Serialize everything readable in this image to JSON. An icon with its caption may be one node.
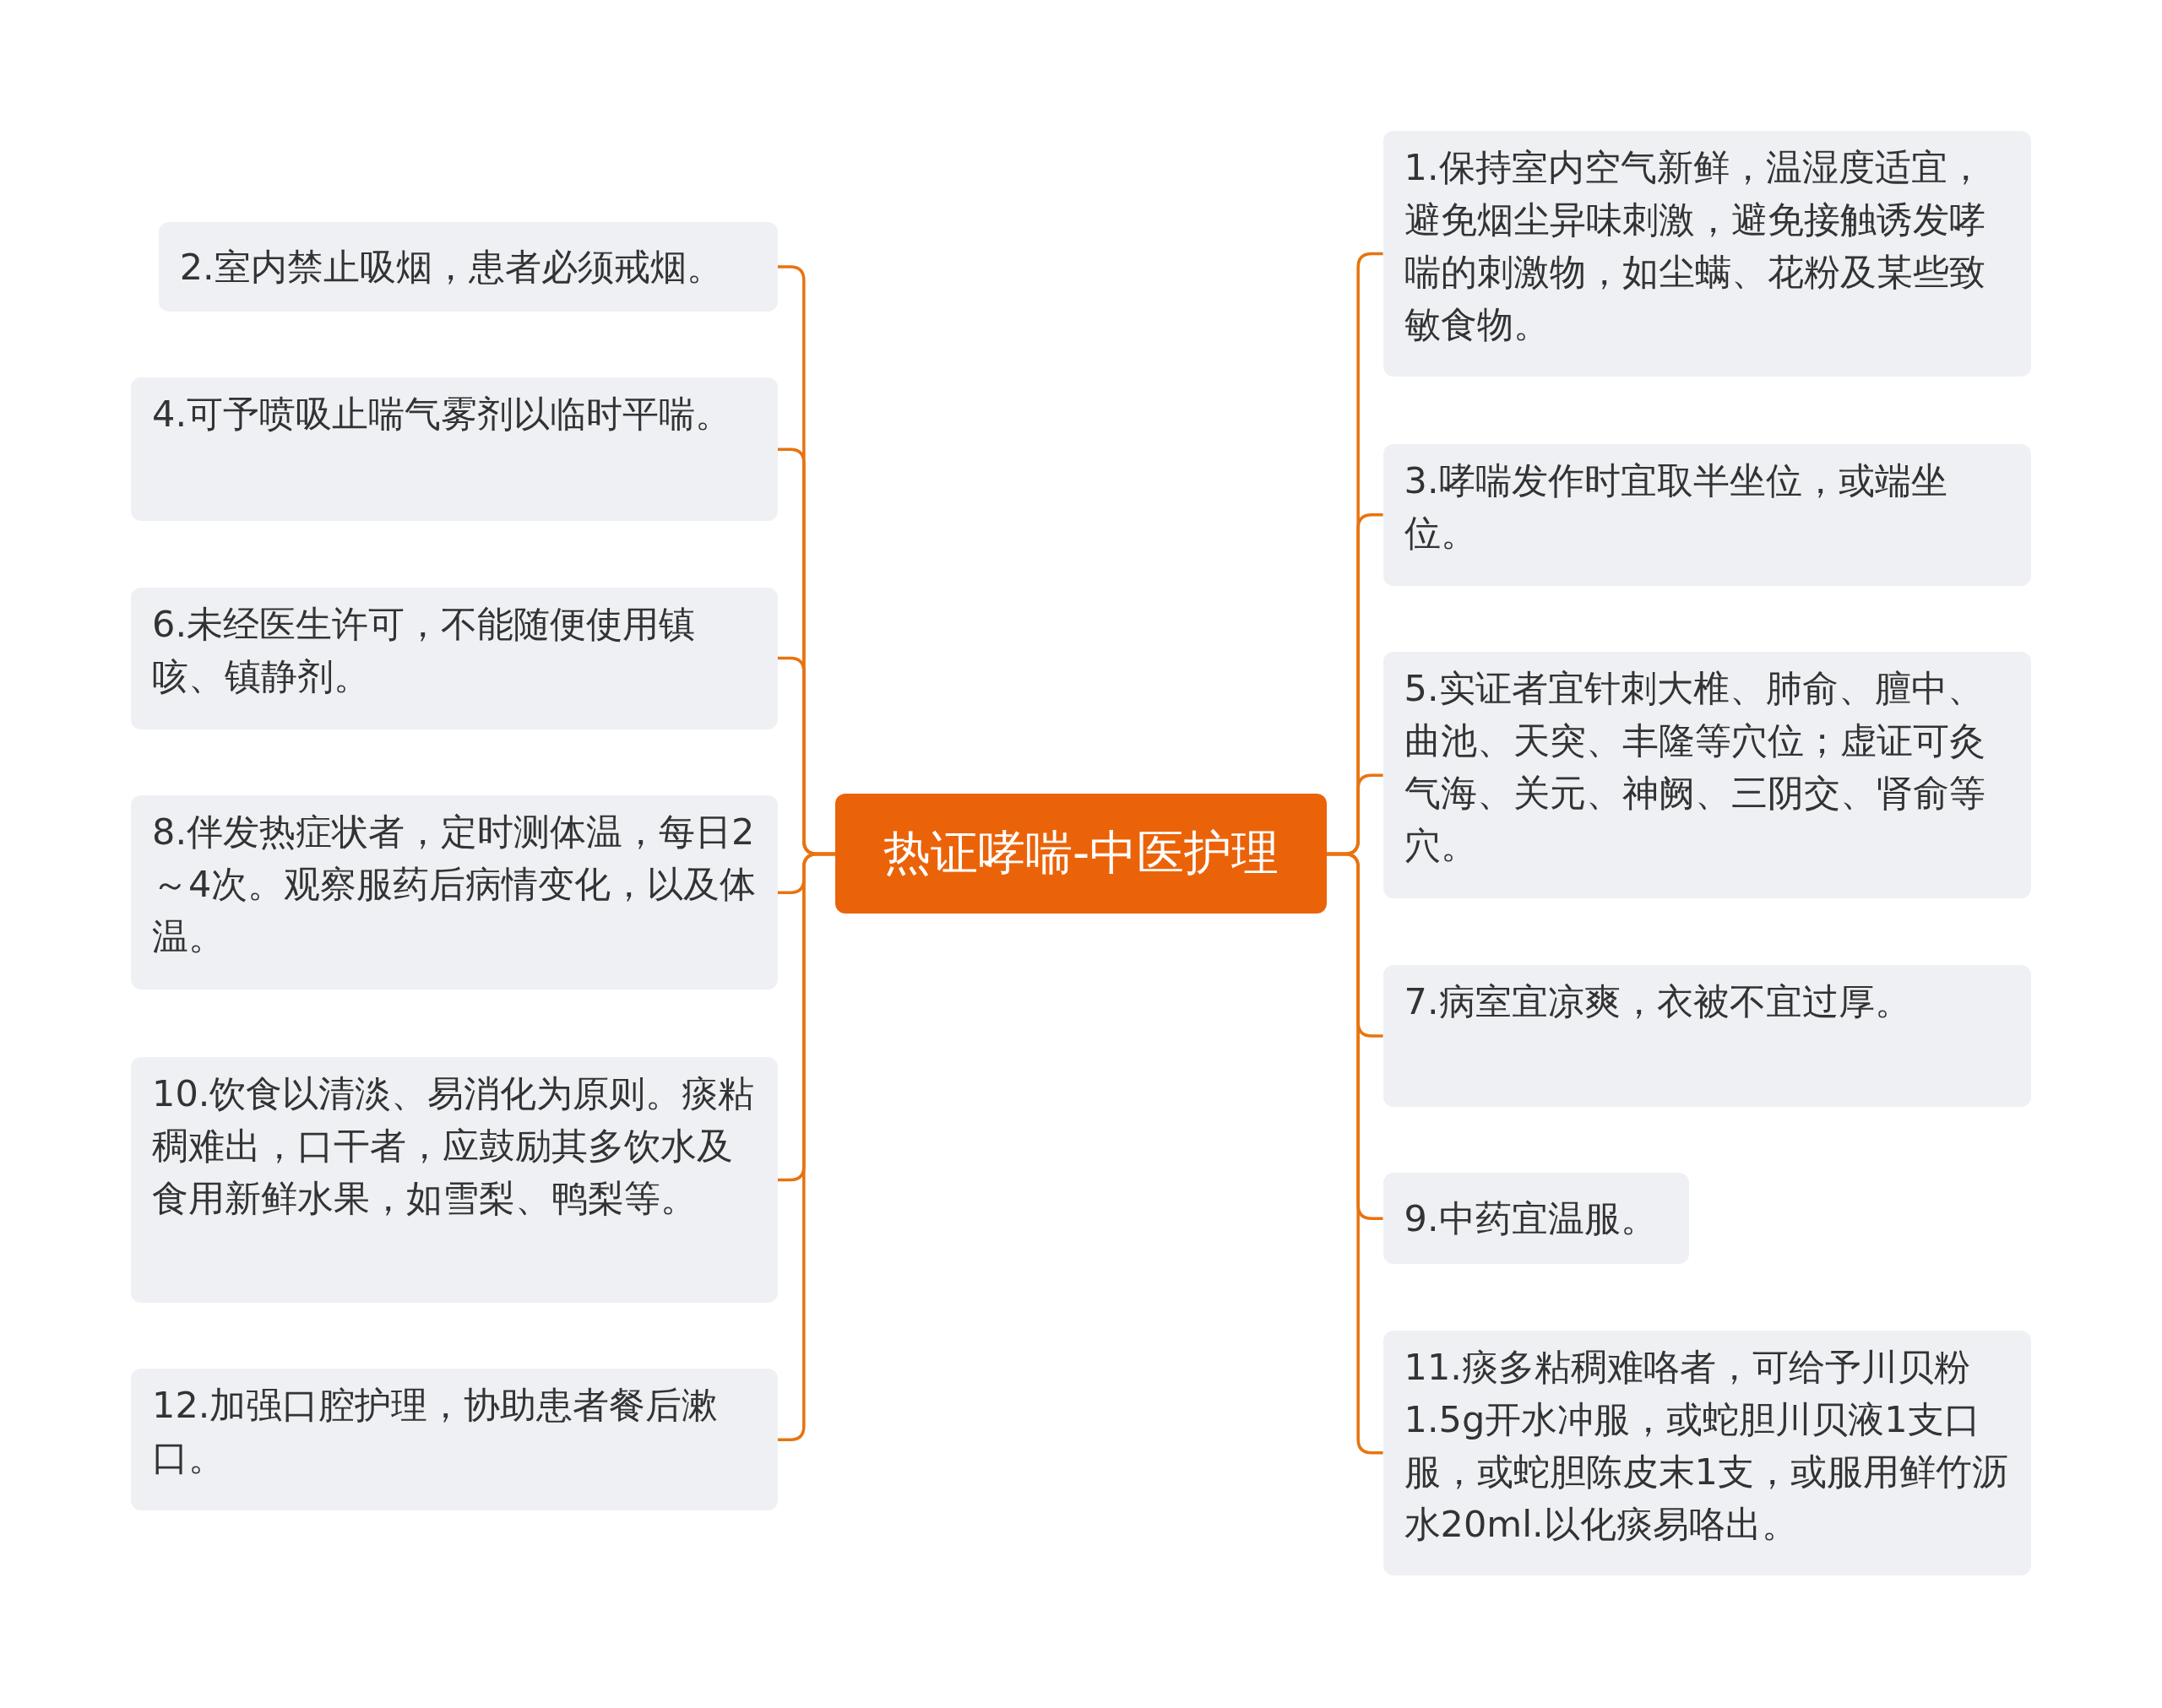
{
  "diagram": {
    "nodes": [
      {
        "text": [
          "热证哮喘-中医护理"
        ]
      },
      {
        "text": [
          "2.室内禁止吸烟，患者必须戒烟。"
        ]
      },
      {
        "text": [
          "4.可予喷吸止喘气雾剂以临时平喘。"
        ]
      },
      {
        "text": [
          "6.未经医生许可，不能随便使用镇咳、镇静剂。"
        ]
      },
      {
        "text": [
          "8.伴发热症状者，定时测体温，每日2～4次。观察服药后病情变化，以及体温。"
        ]
      },
      {
        "text": [
          "10.饮食以清淡、易消化为原则。痰粘稠难出，口干者，应鼓励其多饮水及食用新鲜水果，如雪梨、鸭梨等。"
        ]
      },
      {
        "text": [
          "12.加强口腔护理，协助患者餐后漱口。"
        ]
      },
      {
        "text": [
          "1.保持室内空气新鲜，温湿度适宜，避免烟尘异味刺激，避免接触诱发哮喘的刺激物，如尘螨、花粉及某些致敏食物。"
        ]
      },
      {
        "text": [
          "3.哮喘发作时宜取半坐位，或端坐位。"
        ]
      },
      {
        "text": [
          "5.实证者宜针刺大椎、肺俞、膻中、曲池、天突、丰隆等穴位；虚证可灸气海、关元、神阙、三阴交、肾俞等穴。"
        ]
      },
      {
        "text": [
          "7.病室宜凉爽，衣被不宜过厚。"
        ]
      },
      {
        "text": [
          "9.中药宜温服。"
        ]
      },
      {
        "text": [
          "11.痰多粘稠难咯者，可给予川贝粉1.5g开水冲服，或蛇胆川贝液1支口服，或蛇胆陈皮末1支，或服用鲜竹沥水20ml.以化痰易咯出。"
        ]
      }
    ],
    "edges": [
      {
        "from": 0,
        "to": 1,
        "arrow": "none"
      },
      {
        "from": 0,
        "to": 2,
        "arrow": "none"
      },
      {
        "from": 0,
        "to": 3,
        "arrow": "none"
      },
      {
        "from": 0,
        "to": 4,
        "arrow": "none"
      },
      {
        "from": 0,
        "to": 5,
        "arrow": "none"
      },
      {
        "from": 0,
        "to": 6,
        "arrow": "none"
      },
      {
        "from": 0,
        "to": 7,
        "arrow": "none"
      },
      {
        "from": 0,
        "to": 8,
        "arrow": "none"
      },
      {
        "from": 0,
        "to": 9,
        "arrow": "none"
      },
      {
        "from": 0,
        "to": 10,
        "arrow": "none"
      },
      {
        "from": 0,
        "to": 11,
        "arrow": "none"
      },
      {
        "from": 0,
        "to": 12,
        "arrow": "none"
      }
    ]
  }
}
